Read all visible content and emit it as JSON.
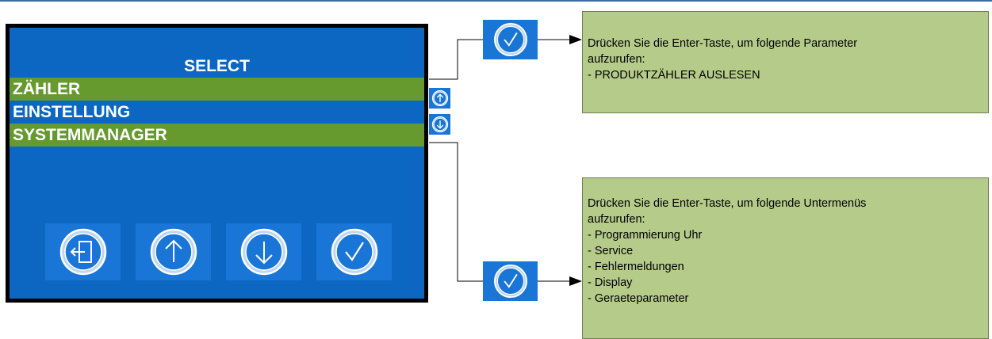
{
  "screen": {
    "title": "SELECT",
    "menu": [
      {
        "label": "ZÄHLER",
        "highlighted": true
      },
      {
        "label": "EINSTELLUNG",
        "highlighted": false
      },
      {
        "label": "SYSTEMMANAGER",
        "highlighted": true
      }
    ],
    "buttons": [
      {
        "icon": "exit-icon"
      },
      {
        "icon": "arrow-up-icon"
      },
      {
        "icon": "arrow-down-icon"
      },
      {
        "icon": "check-icon"
      }
    ]
  },
  "side_keys": [
    {
      "icon": "arrow-up-icon"
    },
    {
      "icon": "arrow-down-icon"
    }
  ],
  "info_top": {
    "lines": [
      "Drücken Sie die Enter-Taste, um folgende Parameter",
      "aufzurufen:",
      "- PRODUKTZÄHLER AUSLESEN"
    ]
  },
  "info_bottom": {
    "lines": [
      "Drücken Sie die Enter-Taste, um folgende Untermenüs",
      "aufzurufen:",
      "- Programmierung Uhr",
      "- Service",
      "- Fehlermeldungen",
      "- Display",
      "- Geraeteparameter"
    ]
  },
  "colors": {
    "screen_bg": "#0b67c1",
    "highlight": "#669a2f",
    "tile_bg": "#1a76d6",
    "info_bg": "#b5cb89"
  }
}
